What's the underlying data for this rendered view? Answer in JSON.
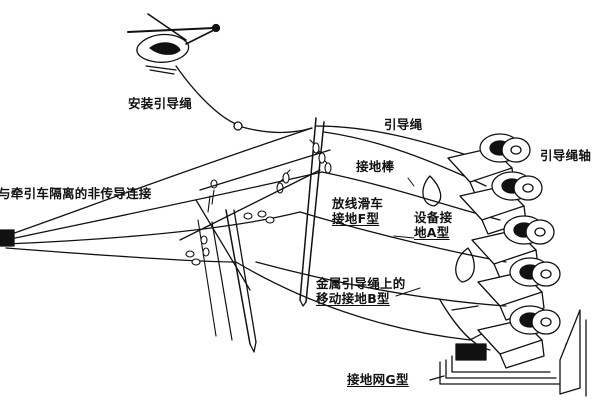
{
  "labels": {
    "install_pilot_rope": "安装引导绳",
    "pilot_rope": "引导绳",
    "grounding_rod": "接地棒",
    "pilot_rope_reel": "引导绳轴",
    "tractor_isolation": "与牵引车隔离的非传导连接",
    "stringing_pulley_line1": "放线滑车",
    "stringing_pulley_line2": "接地F型",
    "equipment_ground_line1": "设备接",
    "equipment_ground_line2": "地A型",
    "metal_rope_line1": "金属引导绳上的",
    "metal_rope_line2": "移动接地B型",
    "grounding_grid": "接地网G型"
  }
}
